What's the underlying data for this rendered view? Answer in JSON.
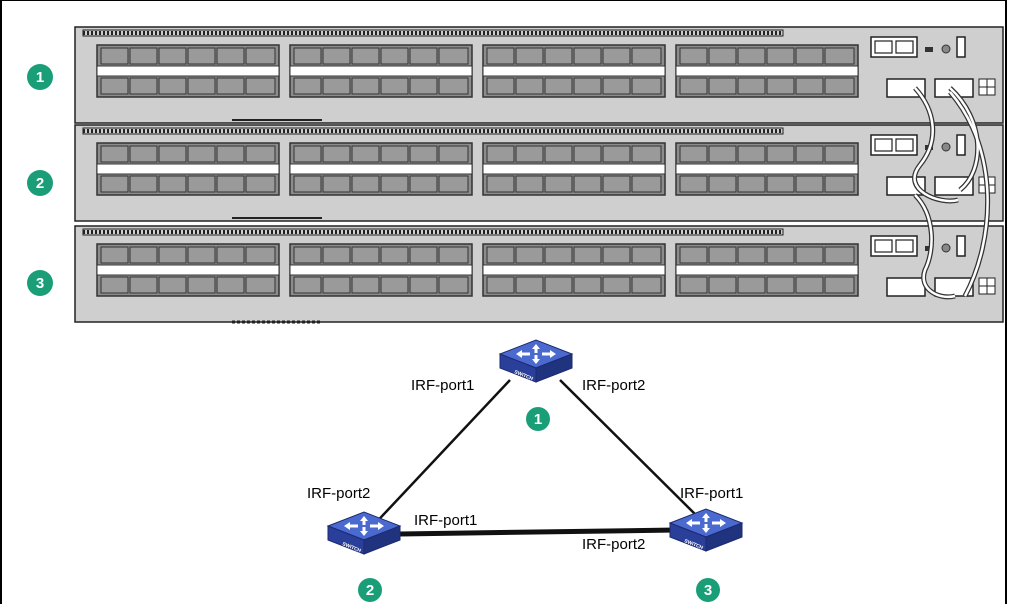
{
  "badges": {
    "b1": "1",
    "b2": "2",
    "b3": "3"
  },
  "topology": {
    "switch1": {
      "id": "1",
      "left_port": "IRF-port1",
      "right_port": "IRF-port2"
    },
    "switch2": {
      "id": "2",
      "top_port": "IRF-port2",
      "link_port": "IRF-port1"
    },
    "switch3": {
      "id": "3",
      "top_port": "IRF-port1",
      "link_port": "IRF-port2"
    },
    "switch_icon_text": "SWITCH"
  },
  "colors": {
    "badge": "#1a9e77",
    "switch_top": "#4a6ad0",
    "switch_side": "#2a3f9a",
    "chassis": "#d0d0d0"
  }
}
